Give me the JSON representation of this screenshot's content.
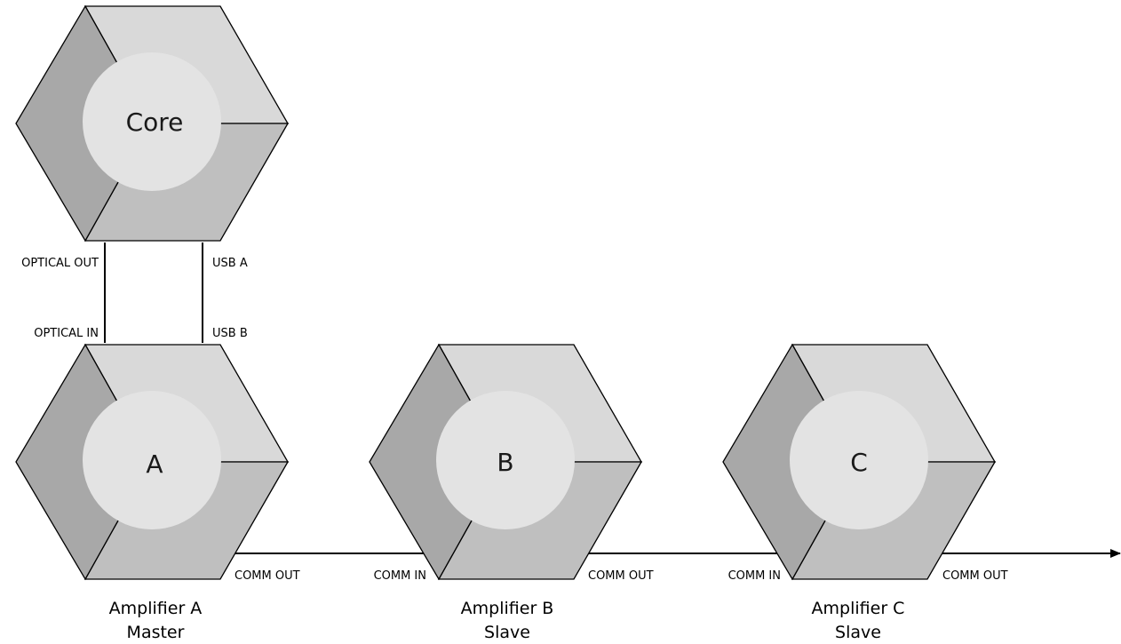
{
  "core": {
    "label": "Core"
  },
  "links": {
    "optical_out": "OPTICAL OUT",
    "optical_in": "OPTICAL IN",
    "usb_a": "USB A",
    "usb_b": "USB B"
  },
  "amplifiers": [
    {
      "letter": "A",
      "name": "Amplifier A",
      "role": "Master",
      "comm_out": "COMM OUT"
    },
    {
      "letter": "B",
      "name": "Amplifier B",
      "role": "Slave",
      "comm_in": "COMM IN",
      "comm_out": "COMM OUT"
    },
    {
      "letter": "C",
      "name": "Amplifier C",
      "role": "Slave",
      "comm_in": "COMM IN",
      "comm_out": "COMM OUT"
    }
  ],
  "colors": {
    "face_top": "#d9d9d9",
    "face_right": "#bfbfbf",
    "face_left": "#a8a8a8",
    "circle": "#e3e3e3",
    "stroke": "#000000"
  }
}
